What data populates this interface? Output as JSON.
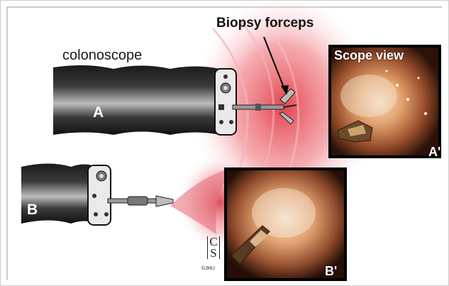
{
  "labels": {
    "forceps": "Biopsy forceps",
    "scope": "colonoscope",
    "panel_a": "A",
    "panel_b": "B",
    "view_title": "Scope view",
    "view_a": "A'",
    "view_b": "B'"
  },
  "credit": {
    "logo_mark": "C\nS",
    "copyright": "©JHU"
  },
  "colors": {
    "tissue": "#e8434f",
    "scope_body": "#2f2f2f",
    "frame": "#000000"
  }
}
